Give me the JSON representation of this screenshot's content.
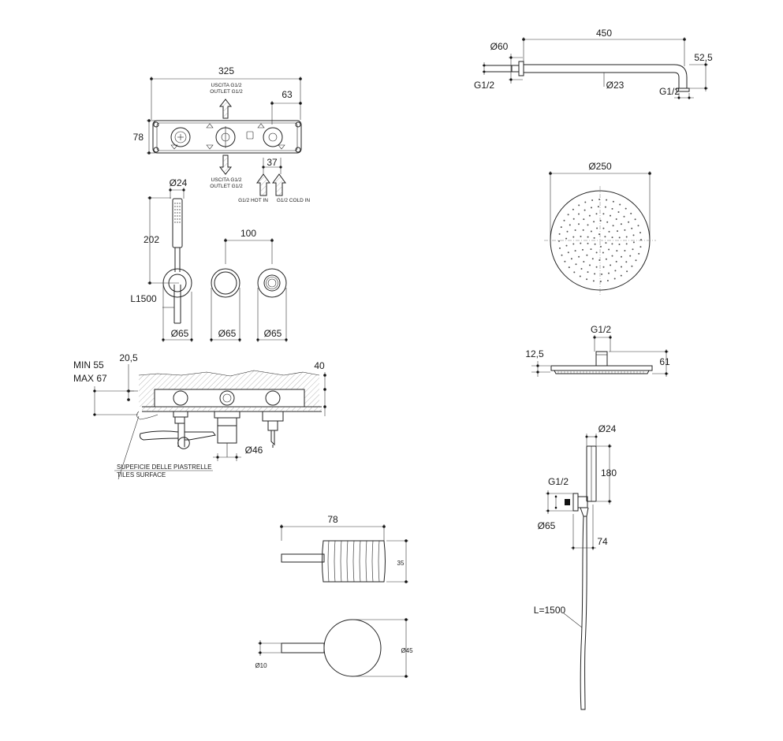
{
  "valve_plate": {
    "width": "325",
    "height": "78",
    "offset": "63",
    "inlet_spacing": "37",
    "outlet_top": [
      "USCITA G1/2",
      "OUTLET G1/2"
    ],
    "outlet_bottom": [
      "USCITA G1/2",
      "OUTLET G1/2"
    ],
    "hot_in": "G1/2 HOT IN",
    "cold_in": "G1/2 COLD IN"
  },
  "front_view": {
    "holder_diameter": "Ø24",
    "holder_height": "202",
    "spacing": "100",
    "hose": "L1500",
    "rosette_1": "Ø65",
    "rosette_2": "Ø65",
    "rosette_3": "Ø65"
  },
  "section_view": {
    "depth_min": "MIN 55",
    "depth_max": "MAX 67",
    "offset": "20,5",
    "wall": "40",
    "knob_diameter": "Ø46",
    "tiles_label_it": "SUPEFICIE DELLE PIASTRELLE",
    "tiles_label_en": "TILES SURFACE"
  },
  "handle": {
    "length": "78",
    "height": "35",
    "diameter": "Ø45",
    "lever_diameter": "Ø10"
  },
  "shower_arm": {
    "length": "450",
    "flange": "Ø60",
    "tube": "Ø23",
    "drop": "52,5",
    "thread_left": "G1/2",
    "thread_right": "G1/2"
  },
  "shower_head": {
    "diameter": "Ø250",
    "thread": "G1/2",
    "thickness": "12,5",
    "height": "61"
  },
  "hand_shower": {
    "diameter": "Ø24",
    "length": "180",
    "thread": "G1/2",
    "outlet_diameter": "Ø65",
    "projection": "74",
    "hose": "L=1500"
  }
}
